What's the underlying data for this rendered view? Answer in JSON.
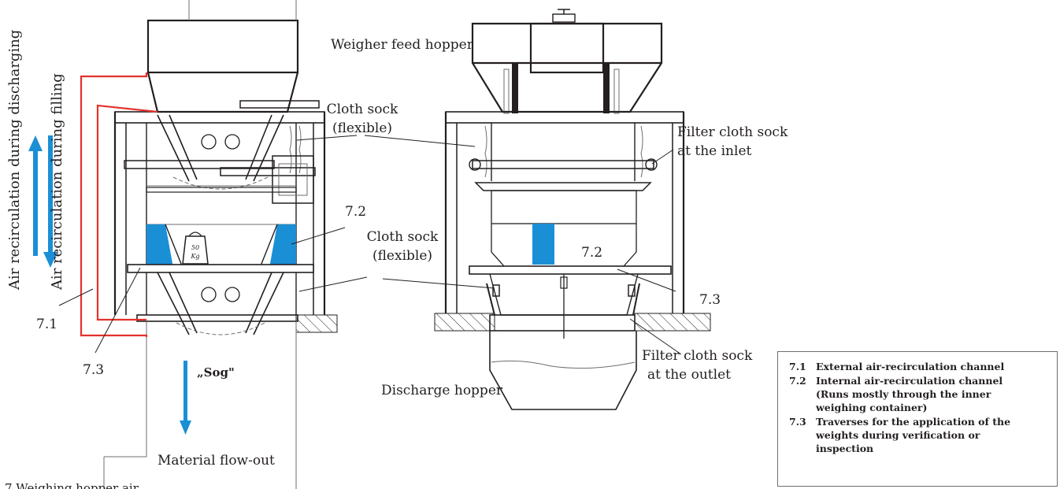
{
  "labels": {
    "air_recirc_discharging": "Air recirculation during discharging",
    "air_recirc_filling": "Air recirculation during filling",
    "weigher_feed_hopper": "Weigher feed hopper",
    "cloth_sock_top_1": "Cloth sock",
    "cloth_sock_top_2": "(flexible)",
    "cloth_sock_mid_1": "Cloth sock",
    "cloth_sock_mid_2": "(flexible)",
    "filter_inlet_1": "Filter cloth sock",
    "filter_inlet_2": "at the inlet",
    "filter_outlet_1": "Filter cloth sock",
    "filter_outlet_2": "at the outlet",
    "discharge_hopper": "Discharge hopper",
    "material_flow_out": "Material flow-out",
    "sog": "„Sog\"",
    "n71": "7.1",
    "n72_left": "7.2",
    "n72_right": "7.2",
    "n73_left": "7.3",
    "n73_right": "7.3",
    "weight_top": "50",
    "weight_bottom": "Kg",
    "caption": "7 Weighing hopper air"
  },
  "legend": [
    {
      "num": "7.1",
      "text": "External air-recirculation channel"
    },
    {
      "num": "7.2",
      "text": "Internal air-recirculation channel (Runs mostly through the inner weighing container)"
    },
    {
      "num": "7.3",
      "text": "Traverses for the application of the weights during verification or inspection"
    }
  ],
  "colors": {
    "arrow_blue": "#1a8fd6",
    "channel_red": "#e4312c",
    "ink": "#231f20"
  }
}
